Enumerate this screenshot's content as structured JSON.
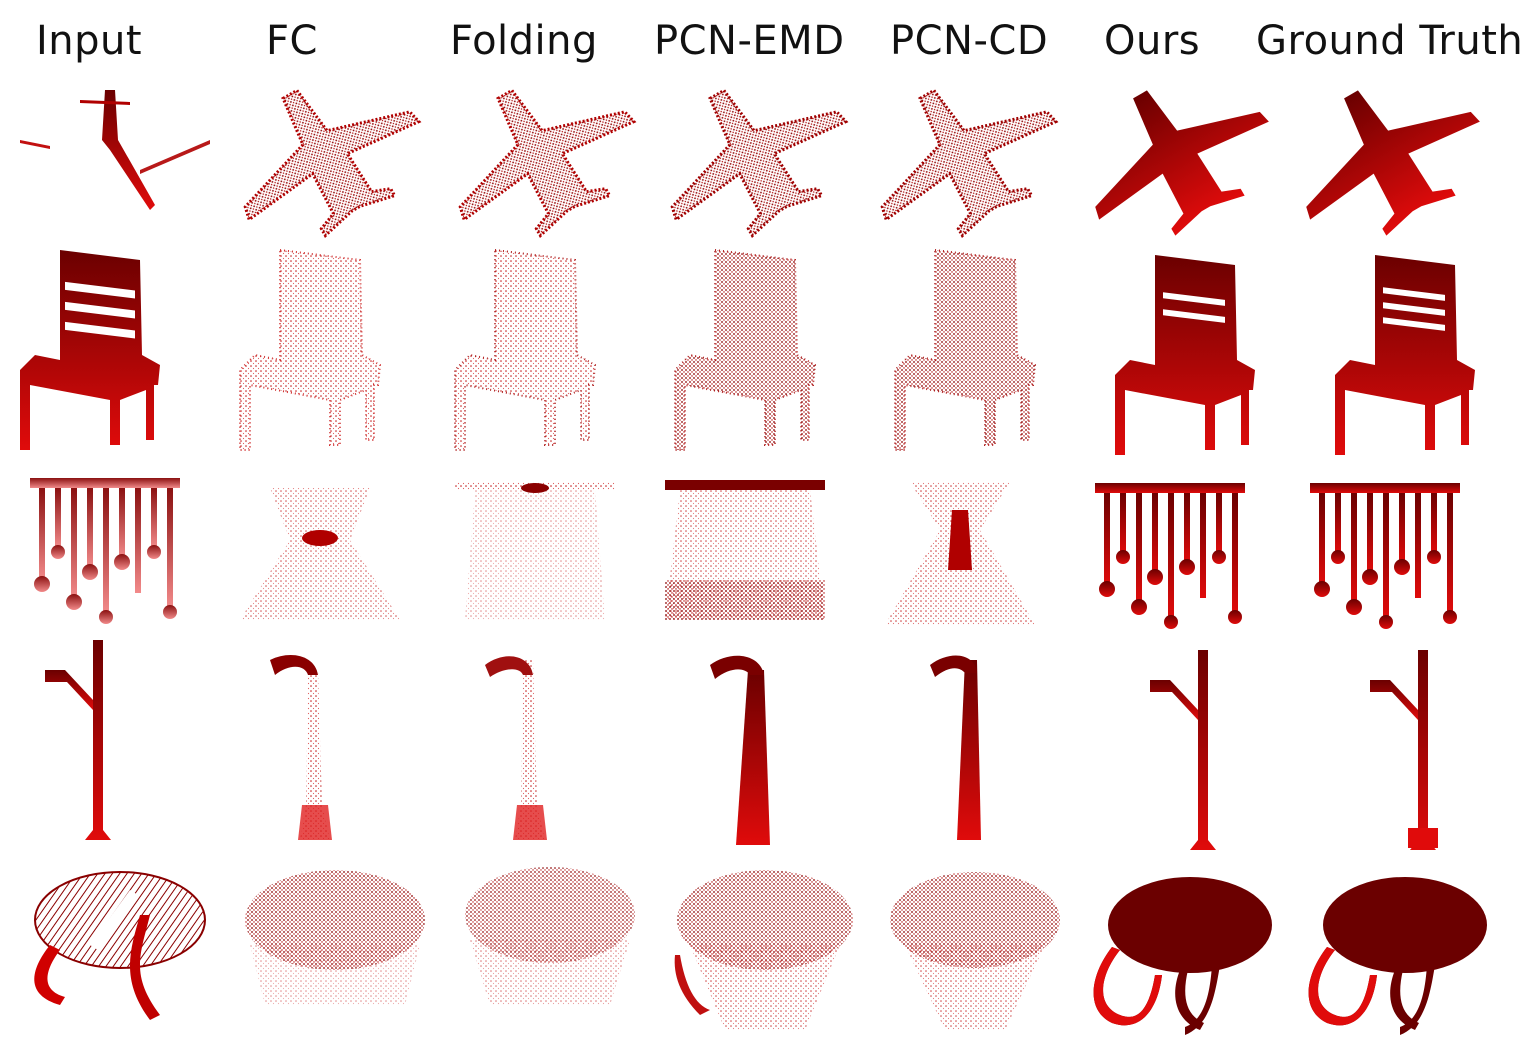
{
  "columns": [
    {
      "key": "input",
      "label": "Input"
    },
    {
      "key": "fc",
      "label": "FC"
    },
    {
      "key": "folding",
      "label": "Folding"
    },
    {
      "key": "pcn_emd",
      "label": "PCN-EMD"
    },
    {
      "key": "pcn_cd",
      "label": "PCN-CD"
    },
    {
      "key": "ours",
      "label": "Ours"
    },
    {
      "key": "gt",
      "label": "Ground Truth"
    }
  ],
  "rows": [
    {
      "key": "airplane"
    },
    {
      "key": "chair"
    },
    {
      "key": "chandelier"
    },
    {
      "key": "street-lamp"
    },
    {
      "key": "table"
    }
  ],
  "colors": {
    "dark": "#6b0000",
    "mid": "#b00000",
    "bright": "#e00b0b",
    "light": "#f28a8a"
  }
}
